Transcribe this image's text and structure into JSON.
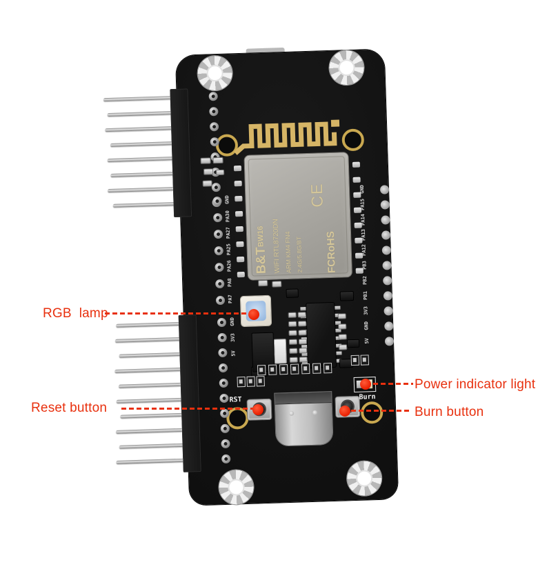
{
  "annotations": {
    "color": "#e8300e",
    "items": [
      {
        "id": "rgb-lamp",
        "label": "RGB  lamp"
      },
      {
        "id": "reset-button",
        "label": "Reset button"
      },
      {
        "id": "power-indicator-light",
        "label": "Power indicator light"
      },
      {
        "id": "burn-button",
        "label": "Burn button"
      }
    ]
  },
  "board": {
    "module": {
      "brand": "B&T",
      "model": "BW16",
      "wifi": "WIFI RTL8720DN",
      "cpu": "ARM KM4 FN4",
      "freq": "2.4G/5.8G/BT",
      "cert": "FCRoHS",
      "ce_mark": "CE"
    },
    "silkscreen": {
      "reset": "RST",
      "burn": "Burn",
      "left_pins": [
        "GND",
        "PA30",
        "PA27",
        "PA25",
        "PA26",
        "PA8",
        "PA7"
      ],
      "left_power_pins": [
        "GND",
        "3V3",
        "5V"
      ],
      "right_pins": [
        "GND",
        "PA15",
        "PA14",
        "PA13",
        "PA12",
        "PB3",
        "PB2",
        "PB1",
        "3V3",
        "GND",
        "5V"
      ]
    },
    "headers": [
      {
        "pins": 8
      },
      {
        "pins": 10
      }
    ],
    "colors": {
      "pcb": "#141414",
      "antenna_gold": "#d6b566",
      "module_silver": "#b3b1ac",
      "silkscreen_white": "#efefef",
      "annotation_red": "#e8300e",
      "led_blue": "#a9c6e8",
      "background": "#ffffff"
    }
  }
}
